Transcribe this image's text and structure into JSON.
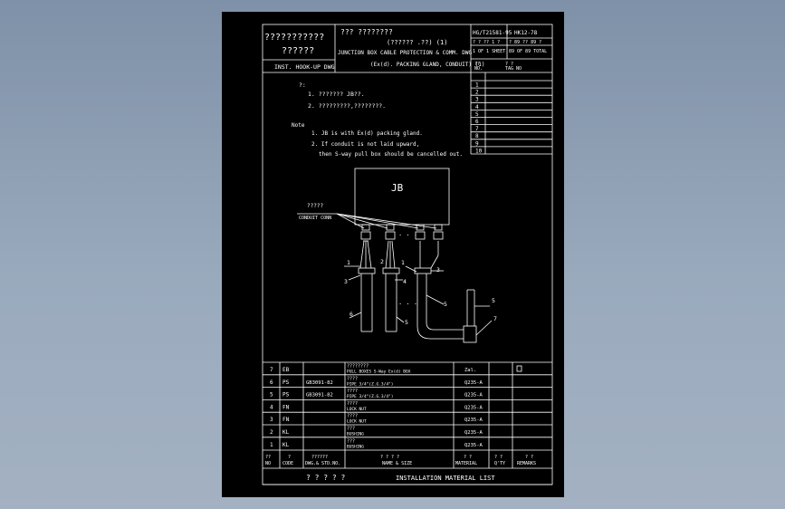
{
  "title_block": {
    "left_top": "???????????",
    "left_mid": "??????",
    "left_bottom": "INST. HOOK-UP DWG",
    "center_top": "???  ????????",
    "center_sub": "(??????  .??) (1)",
    "center_line2": "JUNCTION BOX CABLE PROTECTION & COMM. DWG",
    "center_line3": "(Ex(d). PACKING GLAND, CONDUIT) (1)",
    "doc_no": "HG/T21581-95",
    "doc_code": "HK12-78",
    "sheet_row1": "?  ?  ??  1  ?",
    "sheet_row1b": "?  89  ??  89  ?",
    "sheet_row2": "1 OF 1  SHEET",
    "sheet_row2b": "89 OF 89 TOTAL"
  },
  "rev_table": {
    "header_no": "??\nNO.",
    "header_tag": "?    ?\nTAG  NO",
    "rows": [
      "1",
      "2",
      "3",
      "4",
      "5",
      "6",
      "7",
      "8",
      "9",
      "10"
    ]
  },
  "notes": {
    "zh_head": "?:",
    "zh_1": "1.  ???????   JB??.",
    "zh_2": "2.  ?????????,????????.",
    "en_head": "Note",
    "en_1": "1. JB is with Ex(d)  packing gland.",
    "en_2": "2. If conduit is not laid upward,",
    "en_3": "then S-way pull box should be cancelled out."
  },
  "drawing": {
    "jb_label": "JB",
    "conduit_zh": "?????",
    "conduit_en": "CONDUIT CONN",
    "dots": "· · ·",
    "callouts": [
      "1",
      "2",
      "4",
      "1",
      "3",
      "3",
      "5",
      "6",
      "5",
      "7",
      "5"
    ]
  },
  "material_list": {
    "rows": [
      {
        "no": "7",
        "code": "EB",
        "std": "",
        "name_zh": "????????",
        "name_en": "PULL BOXES S-Way Ex(d) BOX",
        "material": "Zal.",
        "qty": "",
        "remarks": "",
        "checkbox": true
      },
      {
        "no": "6",
        "code": "PS",
        "std": "GB3091-82",
        "name_zh": "????",
        "name_en": "PIPE 3/4\"(Z.G.3/4\")",
        "material": "Q235-A",
        "qty": "",
        "remarks": "",
        "checkbox": false
      },
      {
        "no": "5",
        "code": "PS",
        "std": "GB3091-82",
        "name_zh": "????",
        "name_en": "PIPE 3/4\"(Z.G.3/4\")",
        "material": "Q235-A",
        "qty": "",
        "remarks": "",
        "checkbox": false
      },
      {
        "no": "4",
        "code": "FN",
        "std": "",
        "name_zh": "????",
        "name_en": "LOCK NUT",
        "material": "Q235-A",
        "qty": "",
        "remarks": "",
        "checkbox": false
      },
      {
        "no": "3",
        "code": "FN",
        "std": "",
        "name_zh": "????",
        "name_en": "LOCK NUT",
        "material": "Q235-A",
        "qty": "",
        "remarks": "",
        "checkbox": false
      },
      {
        "no": "2",
        "code": "KL",
        "std": "",
        "name_zh": "???",
        "name_en": "BUSHING",
        "material": "Q235-A",
        "qty": "",
        "remarks": "",
        "checkbox": false
      },
      {
        "no": "1",
        "code": "KL",
        "std": "",
        "name_zh": "???",
        "name_en": "BUSHING",
        "material": "Q235-A",
        "qty": "",
        "remarks": "",
        "checkbox": false
      }
    ],
    "header": {
      "no": "??\nNO",
      "code": "?\nCODE",
      "std": "??????\nDWG.& STD.NO.",
      "name": "?  ?  ?  ?\nNAME & SIZE",
      "material": "?    ?\nMATERIAL",
      "qty": "?  ?\nQ'TY",
      "remarks": "?    ?\nREMARKS"
    },
    "footer_zh": "? ? ? ? ?",
    "footer_en": "INSTALLATION MATERIAL LIST"
  }
}
